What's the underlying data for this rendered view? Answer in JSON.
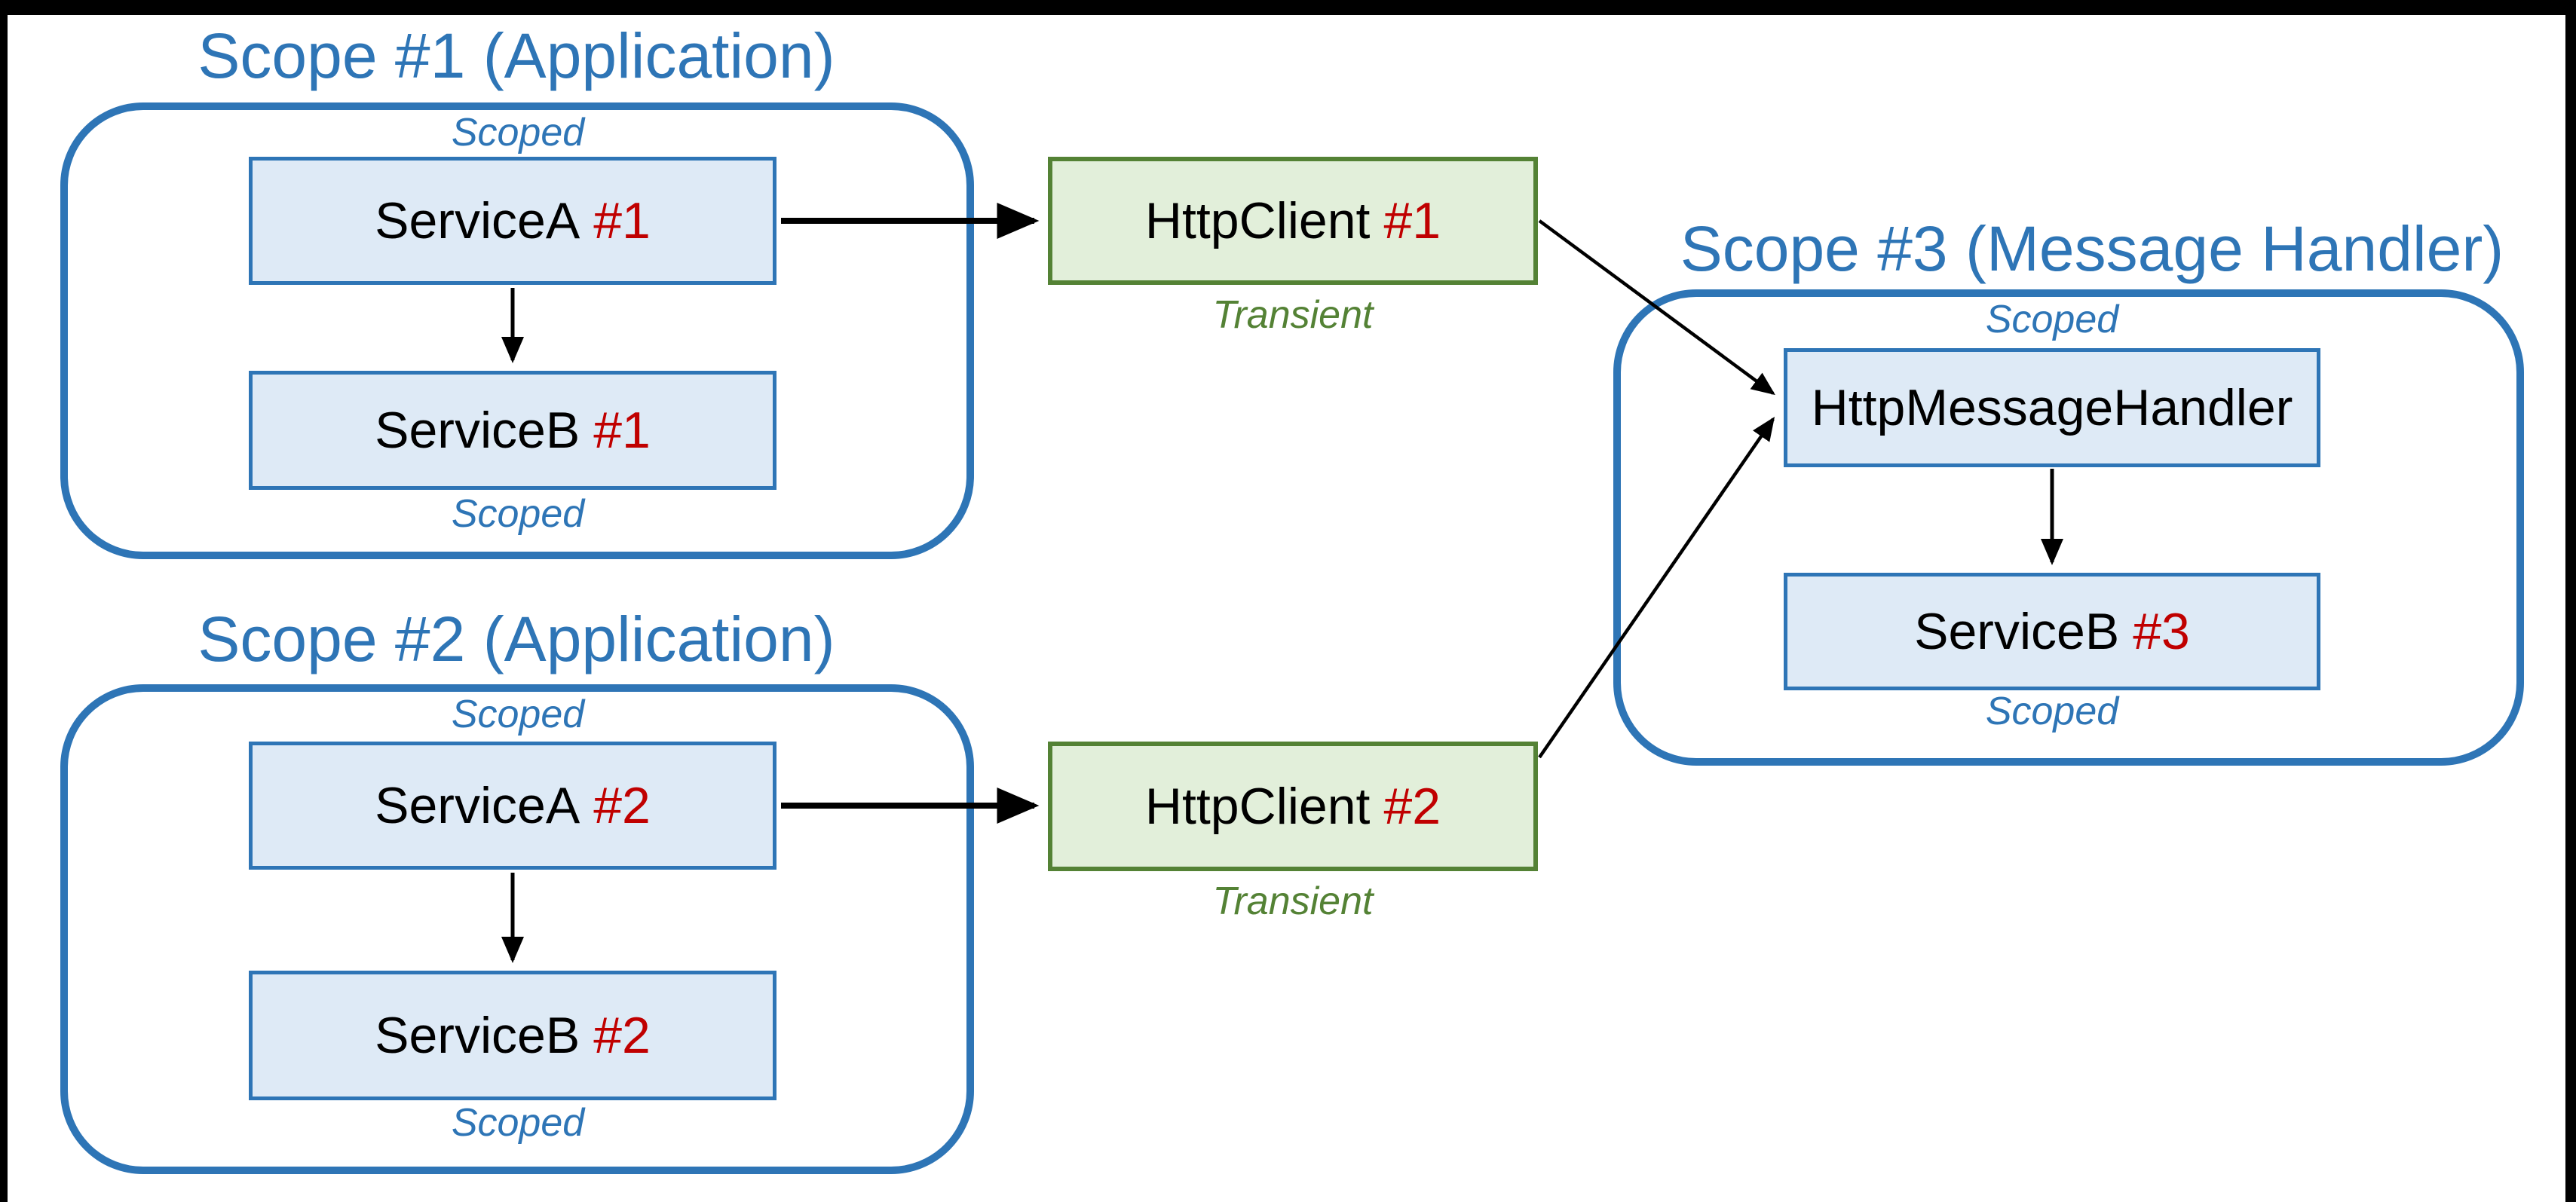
{
  "colors": {
    "scope_blue": "#2E75B6",
    "node_blue_fill": "#DEEAF6",
    "green_border": "#548235",
    "green_fill": "#E2EFDA",
    "instance_red": "#C00000",
    "text_black": "#000000",
    "frame_black": "#000000",
    "background_white": "#FFFFFF"
  },
  "diagram": {
    "scope1": {
      "title": "Scope #1 (Application)",
      "scoped_top": "Scoped",
      "scoped_bottom": "Scoped",
      "service_a_label": "ServiceA",
      "service_a_instance": "#1",
      "service_b_label": "ServiceB",
      "service_b_instance": "#1"
    },
    "scope2": {
      "title": "Scope #2 (Application)",
      "scoped_top": "Scoped",
      "scoped_bottom": "Scoped",
      "service_a_label": "ServiceA",
      "service_a_instance": "#2",
      "service_b_label": "ServiceB",
      "service_b_instance": "#2"
    },
    "scope3": {
      "title": "Scope #3 (Message Handler)",
      "scoped_top": "Scoped",
      "scoped_bottom": "Scoped",
      "handler_label": "HttpMessageHandler",
      "service_b_label": "ServiceB",
      "service_b_instance": "#3"
    },
    "http_client1": {
      "label": "HttpClient",
      "instance": "#1",
      "lifetime": "Transient"
    },
    "http_client2": {
      "label": "HttpClient",
      "instance": "#2",
      "lifetime": "Transient"
    },
    "edges": [
      {
        "from": "ServiceA #1",
        "to": "HttpClient #1"
      },
      {
        "from": "ServiceA #1",
        "to": "ServiceB #1"
      },
      {
        "from": "HttpClient #1",
        "to": "HttpMessageHandler"
      },
      {
        "from": "ServiceA #2",
        "to": "HttpClient #2"
      },
      {
        "from": "ServiceA #2",
        "to": "ServiceB #2"
      },
      {
        "from": "HttpClient #2",
        "to": "HttpMessageHandler"
      },
      {
        "from": "HttpMessageHandler",
        "to": "ServiceB #3"
      }
    ]
  }
}
